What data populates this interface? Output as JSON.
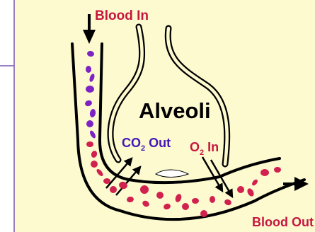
{
  "colors": {
    "background": "#fdfacf",
    "side_panel": "#ffffff",
    "side_border": "#7a56b7",
    "vessel_outline": "#000000",
    "deoxygenated_cell": "#7d23c4",
    "oxygenated_cell": "#d1214e",
    "label_blood": "#c6173f",
    "label_co2": "#4418b8",
    "label_o2": "#c6173f",
    "label_alveoli": "#000000",
    "arrow": "#000000"
  },
  "labels": {
    "blood_in": "Blood In",
    "blood_out": "Blood Out",
    "alveoli": "Alveoli",
    "co2_main": "CO",
    "co2_sub": "2",
    "co2_suffix": " Out",
    "o2_main": "O",
    "o2_sub": "2",
    "o2_suffix": " In"
  },
  "icons": {
    "inflow": "arrow-down-icon",
    "outflow": "arrow-right-icon"
  }
}
